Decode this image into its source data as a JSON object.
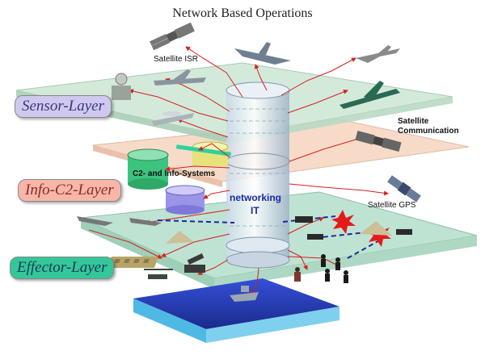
{
  "title": "Network Based Operations",
  "layers": {
    "sensor": "Sensor-Layer",
    "info": "Info-C2-Layer",
    "effector": "Effector-Layer"
  },
  "labels": {
    "satellite_isr": "Satellite ISR",
    "satellite_comm_1": "Satellite",
    "satellite_comm_2": "Communication",
    "satellite_gps": "Satellite GPS",
    "c2_systems": "C2- and Info-Systems",
    "networking": "networking",
    "it": "IT"
  },
  "colors": {
    "sensor_plane": "#cfe8d6",
    "info_plane": "#f7d9c4",
    "effector_plane": "#bfe3d3",
    "water": "#2a3fb8",
    "arrow": "#d42020",
    "dashed": "#1a2a9a",
    "sensor_label_bg": "#cfc9ef",
    "info_label_bg": "#f7b6a8",
    "effector_label_bg": "#34c79a"
  }
}
